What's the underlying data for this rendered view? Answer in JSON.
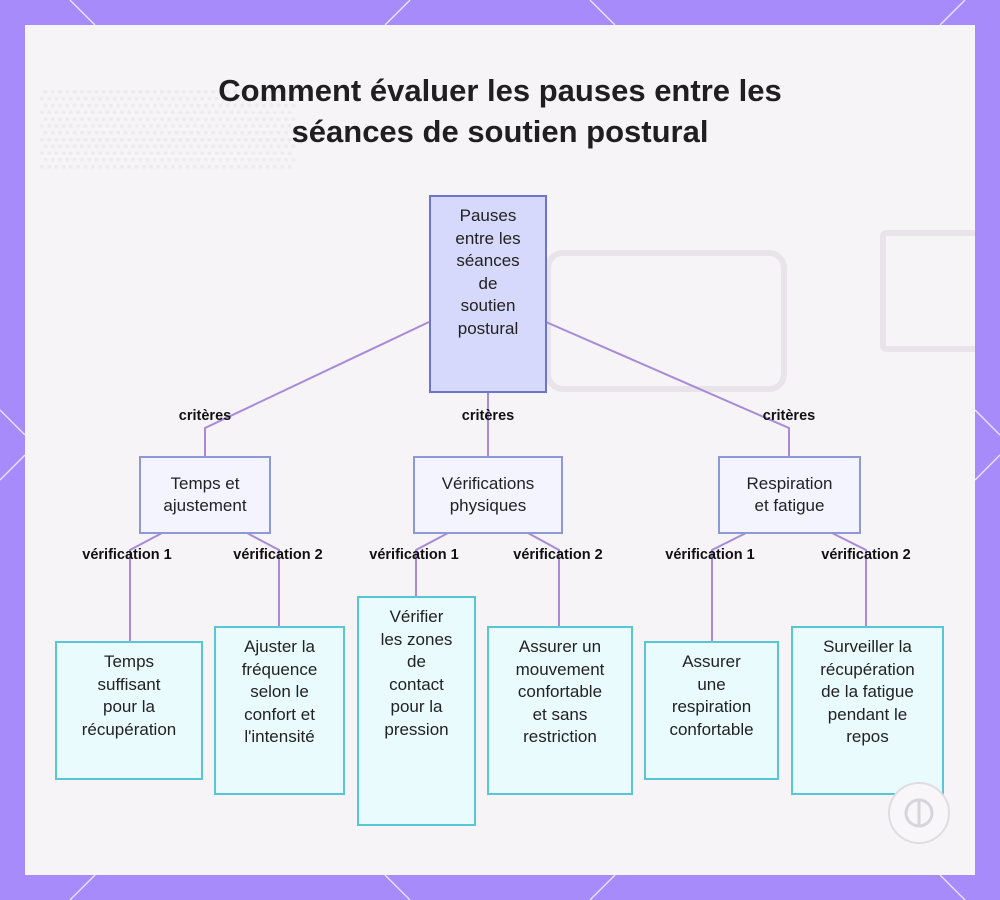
{
  "title": {
    "line1": "Comment évaluer les pauses entre les",
    "line2": "séances de soutien postural"
  },
  "root": {
    "label": "Pauses\nentre les\nséances\nde\nsoutien\npostural"
  },
  "branches": [
    {
      "edge_label": "critères",
      "label": "Temps et\najustement",
      "checks": [
        {
          "edge_label": "vérification 1",
          "label": "Temps\nsuffisant\npour la\nrécupération"
        },
        {
          "edge_label": "vérification 2",
          "label": "Ajuster la\nfréquence\nselon le\nconfort et\nl'intensité"
        }
      ]
    },
    {
      "edge_label": "critères",
      "label": "Vérifications\nphysiques",
      "checks": [
        {
          "edge_label": "vérification 1",
          "label": "Vérifier\nles zones\nde\ncontact\npour la\npression"
        },
        {
          "edge_label": "vérification 2",
          "label": "Assurer un\nmouvement\nconfortable\net sans\nrestriction"
        }
      ]
    },
    {
      "edge_label": "critères",
      "label": "Respiration\net fatigue",
      "checks": [
        {
          "edge_label": "vérification 1",
          "label": "Assurer\nune\nrespiration\nconfortable"
        },
        {
          "edge_label": "vérification 2",
          "label": "Surveiller la\nrécupération\nde la fatigue\npendant le\nrepos"
        }
      ]
    }
  ],
  "colors": {
    "frame": "#a78bfa",
    "edge": "#a88ad8",
    "root_fill": "#d6d9fb",
    "criteria_fill": "#f3f4ff",
    "leaf_fill": "#e9fbfd",
    "leaf_border": "#58c6d4"
  }
}
